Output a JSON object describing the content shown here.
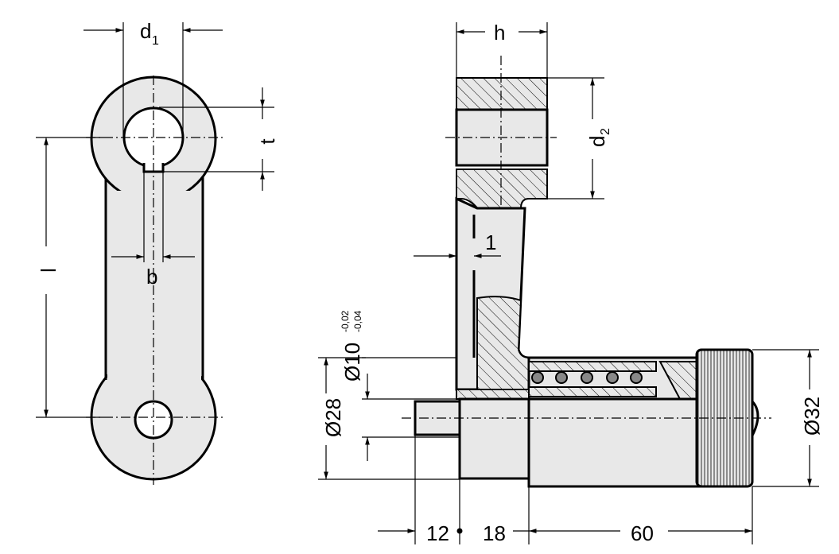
{
  "labels": {
    "d1": "d",
    "d1_sub": "1",
    "t": "t",
    "l": "l",
    "b": "b",
    "h": "h",
    "d2": "d",
    "d2_sub": "2",
    "one": "1",
    "bore": "Ø10",
    "tol_upper": "-0,02",
    "tol_lower": "-0,04",
    "d28": "Ø28",
    "d32": "Ø32",
    "dim12": "12",
    "dim18": "18",
    "dim60": "60"
  }
}
